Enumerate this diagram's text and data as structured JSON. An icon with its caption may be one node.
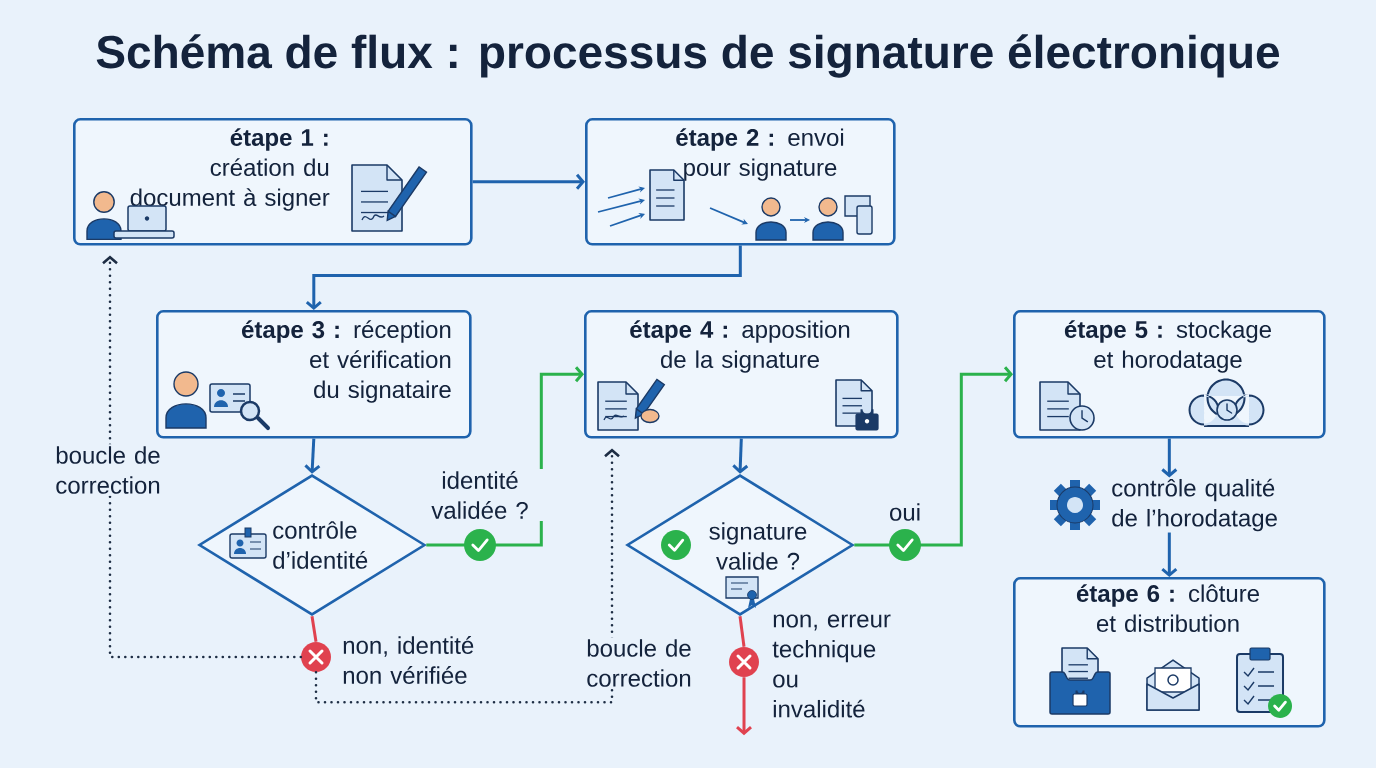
{
  "diagram": {
    "title": "Schéma de flux : processus de signature électronique",
    "nodes": [
      {
        "text": [
          "**étape 1 :** création du document à signer"
        ]
      },
      {
        "text": [
          "**étape 2 :** envoi pour signature"
        ]
      },
      {
        "text": [
          "**étape 3 :** réception et vérification du signataire"
        ]
      },
      {
        "text": [
          "**étape 4 :** apposition de la signature"
        ]
      },
      {
        "text": [
          "**étape 5 :** stockage et horodatage"
        ]
      },
      {
        "text": [
          "contrôle d’identité"
        ]
      },
      {
        "text": [
          "signature valide ?"
        ]
      },
      {
        "text": [
          "contrôle qualité de l’horodatage"
        ]
      },
      {
        "text": [
          "**étape 6 :** clôture et distribution"
        ]
      },
      {
        "text": [],
        "shape": "circle",
        "beside": [
          "non, identité non vérifiée"
        ]
      },
      {
        "text": [],
        "shape": "circle",
        "beside": [
          "non, erreur technique ou invalidité"
        ]
      }
    ],
    "edges": [
      {
        "from": 0,
        "to": 1,
        "arrow": "to"
      },
      {
        "from": 1,
        "to": 2,
        "arrow": "to"
      },
      {
        "from": 2,
        "to": 5,
        "arrow": "to"
      },
      {
        "from": 5,
        "to": 3,
        "arrow": "to",
        "label": "identité validée ?",
        "color": "#2bb24c"
      },
      {
        "from": 3,
        "to": 6,
        "arrow": "to"
      },
      {
        "from": 6,
        "to": 4,
        "arrow": "to",
        "label": "oui",
        "color": "#2bb24c"
      },
      {
        "from": 4,
        "to": 7,
        "arrow": "to"
      },
      {
        "from": 7,
        "to": 8,
        "arrow": "to"
      },
      {
        "from": 5,
        "to": 9,
        "arrow": "none",
        "color": "#e0424f"
      },
      {
        "from": 9,
        "to": 0,
        "arrow": "to",
        "label": "boucle de correction",
        "style": "dashed",
        "color": "#1d2d44"
      },
      {
        "from": 9,
        "to": 3,
        "arrow": "to",
        "label": "boucle de correction",
        "style": "dashed",
        "color": "#1d2d44"
      },
      {
        "from": 6,
        "to": 10,
        "arrow": "none",
        "color": "#e0424f"
      },
      {
        "from": 10,
        "to": null,
        "arrow": "to",
        "color": "#e0424f"
      }
    ]
  }
}
